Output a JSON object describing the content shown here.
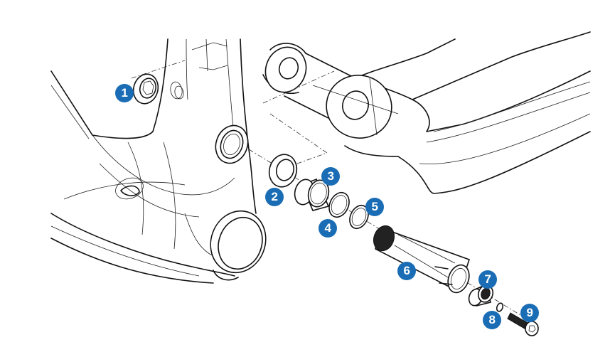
{
  "diagram": {
    "type": "exploded-parts-view",
    "badge_color": "#1a6db5",
    "badge_text_color": "#ffffff",
    "line_color": "#111111",
    "parts": [
      {
        "number": "1",
        "label": "1",
        "part": "washer-hex"
      },
      {
        "number": "2",
        "label": "2",
        "part": "spacer-ring"
      },
      {
        "number": "3",
        "label": "3",
        "part": "bushing-sleeve"
      },
      {
        "number": "4",
        "label": "4",
        "part": "thin-washer"
      },
      {
        "number": "5",
        "label": "5",
        "part": "shim-ring"
      },
      {
        "number": "6",
        "label": "6",
        "part": "pivot-axle"
      },
      {
        "number": "7",
        "label": "7",
        "part": "end-cap"
      },
      {
        "number": "8",
        "label": "8",
        "part": "small-washer"
      },
      {
        "number": "9",
        "label": "9",
        "part": "hex-bolt"
      }
    ]
  }
}
